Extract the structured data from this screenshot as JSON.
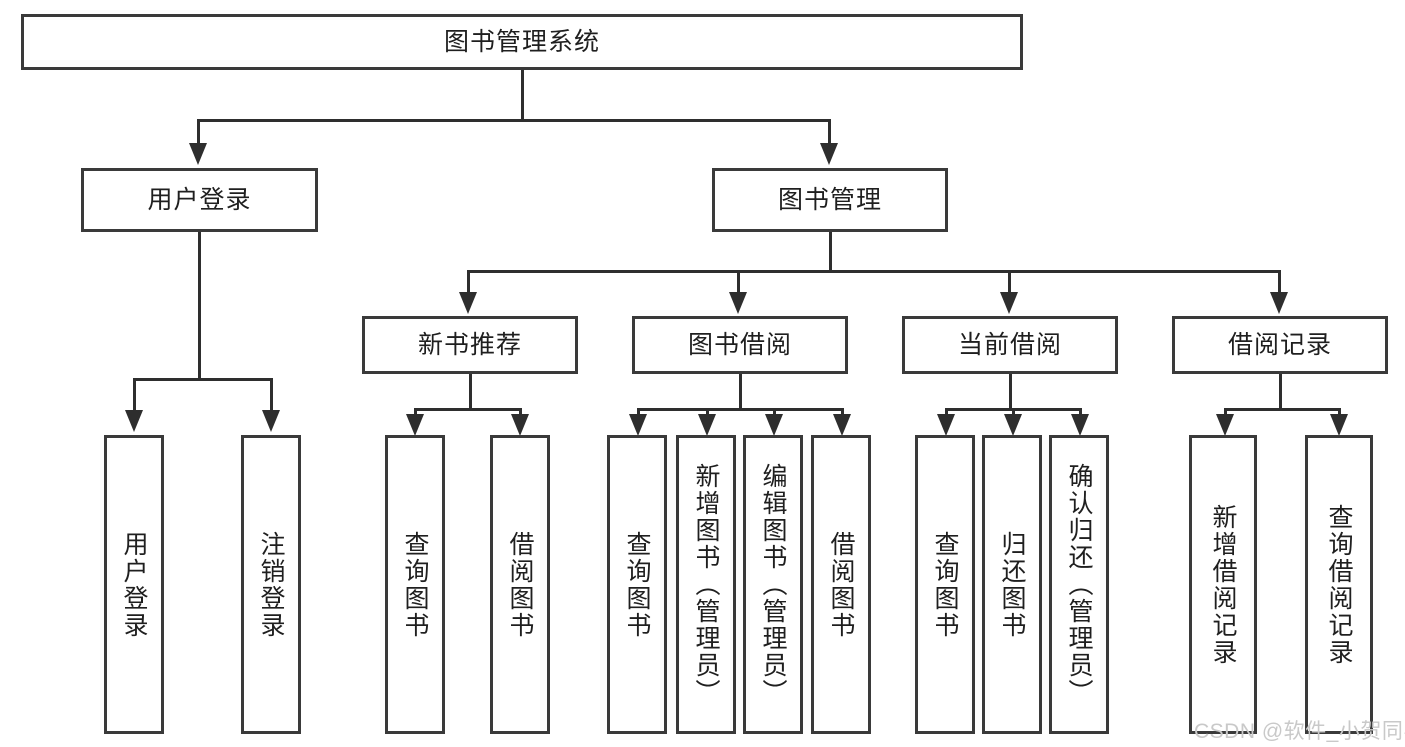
{
  "diagram": {
    "title": "图书管理系统",
    "type": "tree-hierarchy",
    "root": {
      "label": "图书管理系统"
    },
    "level2": [
      {
        "label": "用户登录"
      },
      {
        "label": "图书管理"
      }
    ],
    "level3": [
      {
        "label": "新书推荐"
      },
      {
        "label": "图书借阅"
      },
      {
        "label": "当前借阅"
      },
      {
        "label": "借阅记录"
      }
    ],
    "leaves": {
      "user_login": [
        {
          "label": "用户登录"
        },
        {
          "label": "注销登录"
        }
      ],
      "new_book_recommend": [
        {
          "label": "查询图书"
        },
        {
          "label": "借阅图书"
        }
      ],
      "book_borrow": [
        {
          "label": "查询图书"
        },
        {
          "label": "新增图书（管理员）"
        },
        {
          "label": "编辑图书（管理员）"
        },
        {
          "label": "借阅图书"
        }
      ],
      "current_borrow": [
        {
          "label": "查询图书"
        },
        {
          "label": "归还图书"
        },
        {
          "label": "确认归还（管理员）"
        }
      ],
      "borrow_record": [
        {
          "label": "新增借阅记录"
        },
        {
          "label": "查询借阅记录"
        }
      ]
    }
  },
  "watermark": {
    "text": "CSDN @软件_小贺同学"
  },
  "colors": {
    "box_border": "#3a3a3a",
    "edge": "#2e2e2e",
    "text": "#1f1f1f",
    "background": "#ffffff",
    "watermark": "#c9c9c9"
  }
}
